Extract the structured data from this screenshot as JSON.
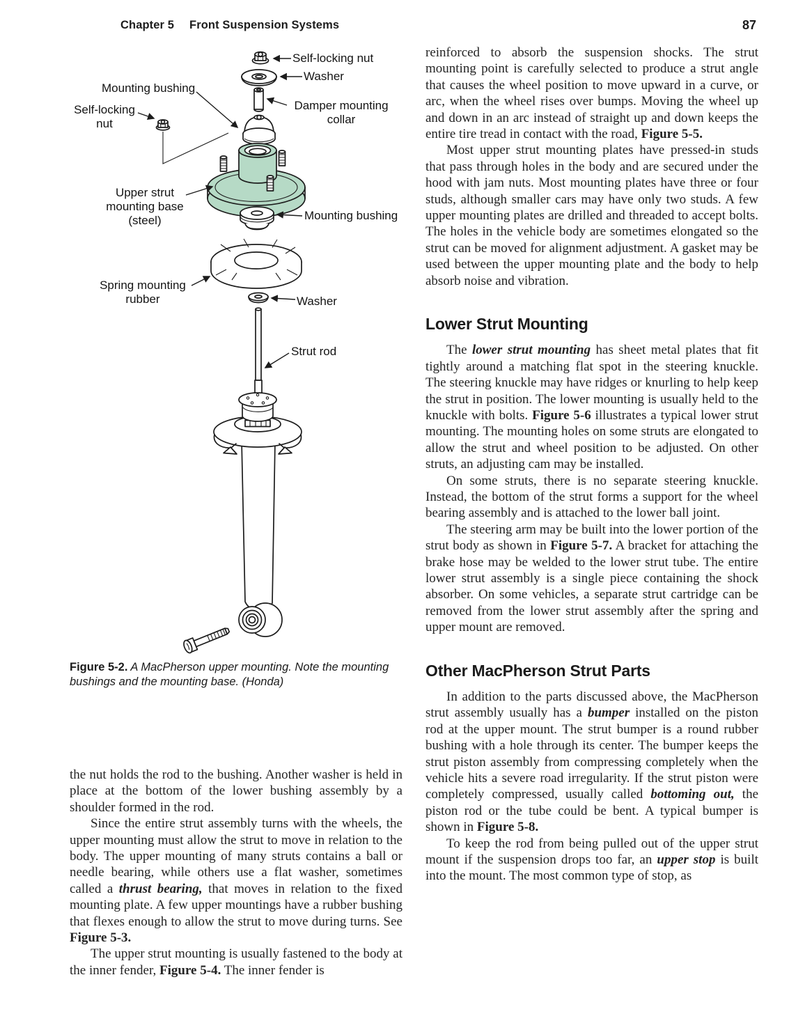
{
  "header": {
    "chapter": "Chapter 5",
    "title": "Front Suspension Systems",
    "page_number": "87"
  },
  "colors": {
    "base_green": "#b6dac6",
    "ink": "#1c1c1c"
  },
  "figure": {
    "caption_lead": "Figure 5-2.",
    "caption_text": " A MacPherson upper mounting. Note the mounting bushings and the mounting base. (Honda)",
    "labels": [
      {
        "text": "Self-locking nut"
      },
      {
        "text": "Washer"
      },
      {
        "text": "Mounting bushing"
      },
      {
        "text": "Self-locking nut"
      },
      {
        "text": "Damper mounting collar"
      },
      {
        "text": "Upper strut mounting base (steel)"
      },
      {
        "text": "Mounting bushing"
      },
      {
        "text": "Spring mounting rubber"
      },
      {
        "text": "Washer"
      },
      {
        "text": "Strut rod"
      }
    ]
  },
  "left_column": {
    "blocks": [
      {
        "type": "para",
        "indent": false,
        "runs": [
          {
            "text": "the nut holds the rod to the bushing. Another washer is held in place at the bottom of the lower bushing assembly by a shoulder formed in the rod."
          }
        ]
      },
      {
        "type": "para",
        "indent": true,
        "runs": [
          {
            "text": "Since the entire strut assembly turns with the wheels, the upper mounting must allow the strut to move in relation to the body. The upper mounting of many struts contains a ball or needle bearing, while others use a flat washer, sometimes called a "
          },
          {
            "text": "thrust bearing,",
            "style": "bi"
          },
          {
            "text": " that moves in relation to the fixed mounting plate. A few upper mountings have a rubber bushing that flexes enough to allow the strut to move during turns. See "
          },
          {
            "text": "Figure 5-3.",
            "style": "b"
          }
        ]
      },
      {
        "type": "para",
        "indent": true,
        "runs": [
          {
            "text": "The upper strut mounting is usually fastened to the body at the inner fender, "
          },
          {
            "text": "Figure 5-4.",
            "style": "b"
          },
          {
            "text": " The inner fender is"
          }
        ]
      }
    ]
  },
  "right_column": {
    "blocks": [
      {
        "type": "para",
        "indent": false,
        "runs": [
          {
            "text": "reinforced to absorb the suspension shocks. The strut mounting point is carefully selected to produce a strut angle that causes the wheel position to move upward in a curve, or arc, when the wheel rises over bumps. Moving the wheel up and down in an arc instead of straight up and down keeps the entire tire tread in contact with the road, "
          },
          {
            "text": "Figure 5-5.",
            "style": "b"
          }
        ]
      },
      {
        "type": "para",
        "indent": true,
        "runs": [
          {
            "text": "Most upper strut mounting plates have pressed-in studs that pass through holes in the body and are secured under the hood with jam nuts. Most mounting plates have three or four studs, although smaller cars may have only two studs. A few upper mounting plates are drilled and threaded to accept bolts. The holes in the vehicle body are sometimes elongated so the strut can be moved for alignment adjustment. A gasket may be used between the upper mounting plate and the body to help absorb noise and vibration."
          }
        ]
      },
      {
        "type": "heading",
        "text": "Lower Strut Mounting"
      },
      {
        "type": "para",
        "indent": true,
        "runs": [
          {
            "text": "The "
          },
          {
            "text": "lower strut mounting",
            "style": "bi"
          },
          {
            "text": " has sheet metal plates that fit tightly around a matching flat spot in the steering knuckle. The steering knuckle may have ridges or knurling to help keep the strut in position. The lower mounting is usually held to the knuckle with bolts. "
          },
          {
            "text": "Figure 5-6",
            "style": "b"
          },
          {
            "text": " illustrates a typical lower strut mounting. The mounting holes on some struts are elongated to allow the strut and wheel position to be adjusted. On other struts, an adjusting cam may be installed."
          }
        ]
      },
      {
        "type": "para",
        "indent": true,
        "runs": [
          {
            "text": "On some struts, there is no separate steering knuckle. Instead, the bottom of the strut forms a support for the wheel bearing assembly and is attached to the lower ball joint."
          }
        ]
      },
      {
        "type": "para",
        "indent": true,
        "runs": [
          {
            "text": "The steering arm may be built into the lower portion of the strut body as shown in "
          },
          {
            "text": "Figure 5-7.",
            "style": "b"
          },
          {
            "text": " A bracket for attaching the brake hose may be welded to the lower strut tube. The entire lower strut assembly is a single piece containing the shock absorber. On some vehicles, a separate strut cartridge can be removed from the lower strut assembly after the spring and upper mount are removed."
          }
        ]
      },
      {
        "type": "heading",
        "text": "Other MacPherson Strut Parts"
      },
      {
        "type": "para",
        "indent": true,
        "runs": [
          {
            "text": "In addition to the parts discussed above, the MacPherson strut assembly usually has a "
          },
          {
            "text": "bumper",
            "style": "bi"
          },
          {
            "text": " installed on the piston rod at the upper mount. The strut bumper is a round rubber bushing with a hole through its center. The bumper keeps the strut piston assembly from compressing completely when the vehicle hits a severe road irregularity. If the strut piston were completely compressed, usually called "
          },
          {
            "text": "bottoming out,",
            "style": "bi"
          },
          {
            "text": " the piston rod or the tube could be bent. A typical bumper is shown in "
          },
          {
            "text": "Figure 5-8.",
            "style": "b"
          }
        ]
      },
      {
        "type": "para",
        "indent": true,
        "runs": [
          {
            "text": "To keep the rod from being pulled out of the upper strut mount if the suspension drops too far, an "
          },
          {
            "text": "upper stop",
            "style": "bi"
          },
          {
            "text": " is built into the mount. The most common type of stop, as"
          }
        ]
      }
    ]
  }
}
